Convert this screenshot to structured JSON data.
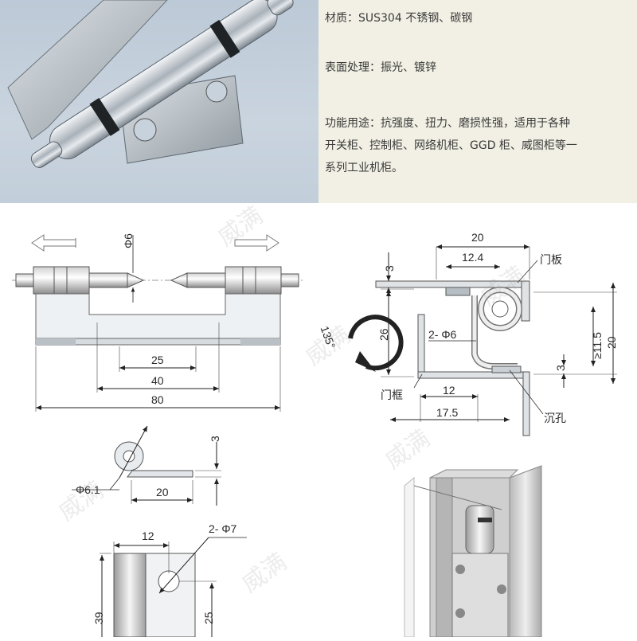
{
  "specs": {
    "material": "材质：SUS304 不锈钢、碳钢",
    "surface": "表面处理：振光、镀锌",
    "function_line1": "功能用途：抗强度、扭力、磨损性强，适用于各种",
    "function_line2": "开关柜、控制柜、网络机柜、GGD 柜、威图柜等一",
    "function_line3": "系列工业机柜。"
  },
  "front_view": {
    "pin_dia": "Φ6",
    "dim_25": "25",
    "dim_40": "40",
    "dim_80": "80"
  },
  "section_view": {
    "dim_20": "20",
    "dim_12_4": "12.4",
    "dim_3_top": "3",
    "dim_26": "26",
    "holes": "2- Φ6",
    "angle": "135°",
    "dim_11_5": "≥11.5",
    "dim_20_right": "20",
    "dim_3_right": "3",
    "dim_12": "12",
    "dim_17_5": "17.5",
    "door_panel": "门板",
    "door_frame": "门框",
    "countersink": "沉孔"
  },
  "side_view": {
    "dia": "Φ6.1",
    "dim_3": "3",
    "dim_20": "20"
  },
  "plate_view": {
    "dim_12": "12",
    "holes": "2- Φ7",
    "dim_39": "39",
    "dim_25": "25"
  },
  "watermark": "威满"
}
